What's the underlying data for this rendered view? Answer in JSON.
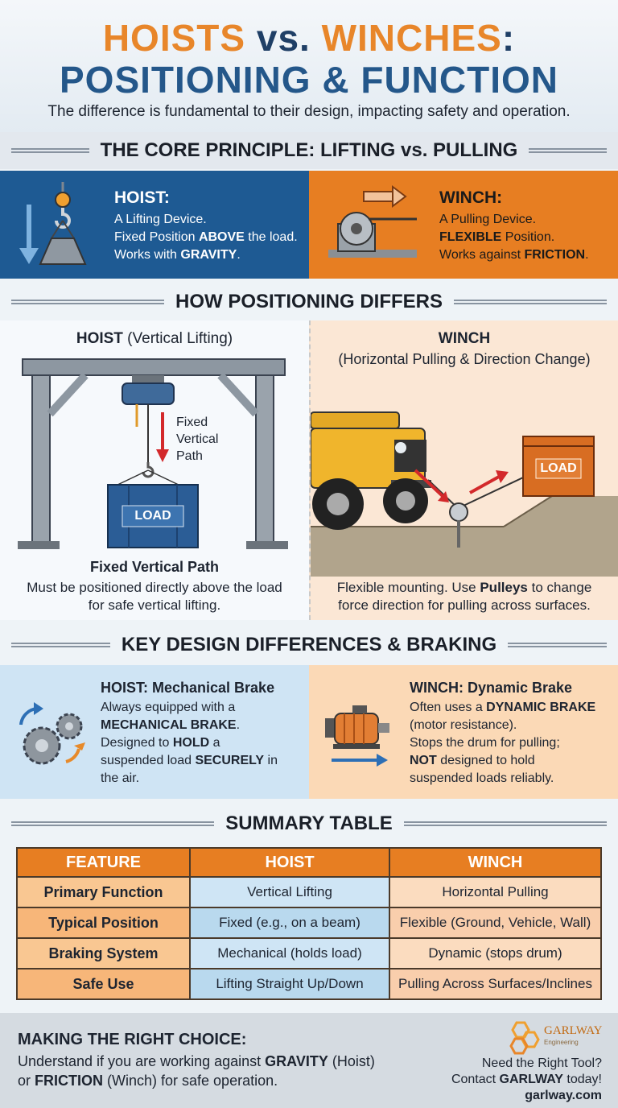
{
  "header": {
    "title_part1": "HOISTS",
    "title_vs": "vs.",
    "title_part2": "WINCHES",
    "title_colon": ":",
    "title_line2": "POSITIONING & FUNCTION",
    "subtitle": "The difference is fundamental to their design, impacting safety and operation."
  },
  "core": {
    "heading": "THE CORE PRINCIPLE: LIFTING vs. PULLING",
    "hoist": {
      "title": "HOIST:",
      "line1": "A Lifting Device.",
      "line2_pre": "Fixed Position ",
      "line2_bold": "ABOVE",
      "line2_post": " the load.",
      "line3_pre": "Works with ",
      "line3_bold": "GRAVITY",
      "line3_post": "."
    },
    "winch": {
      "title": "WINCH:",
      "line1": "A Pulling Device.",
      "line2_bold": "FLEXIBLE",
      "line2_post": " Position.",
      "line3_pre": "Works against ",
      "line3_bold": "FRICTION",
      "line3_post": "."
    }
  },
  "positioning": {
    "heading": "HOW POSITIONING DIFFERS",
    "hoist": {
      "title_bold": "HOIST",
      "title_rest": " (Vertical Lifting)",
      "arrow_label_1": "Fixed",
      "arrow_label_2": "Vertical",
      "arrow_label_3": "Path",
      "load_label": "LOAD",
      "caption_title": "Fixed Vertical Path",
      "caption_1": "Must be positioned directly above the load",
      "caption_2": "for safe vertical lifting."
    },
    "winch": {
      "title_bold": "WINCH",
      "title_rest": "(Horizontal Pulling & Direction Change)",
      "load_label": "LOAD",
      "caption_1_pre": "Flexible mounting. Use ",
      "caption_1_bold": "Pulleys",
      "caption_1_post": " to change",
      "caption_2": "force direction for pulling across surfaces."
    }
  },
  "braking": {
    "heading": "KEY DESIGN DIFFERENCES & BRAKING",
    "hoist": {
      "title": "HOIST: Mechanical Brake",
      "l1": "Always equipped with a",
      "l2_bold": "MECHANICAL BRAKE",
      "l2_post": ".",
      "l3_pre": "Designed to ",
      "l3_bold": "HOLD",
      "l3_post": " a",
      "l4_pre": "suspended load ",
      "l4_bold": "SECURELY",
      "l4_post": " in",
      "l5": "the air."
    },
    "winch": {
      "title": "WINCH: Dynamic Brake",
      "l1_pre": "Often uses a ",
      "l1_bold": "DYNAMIC BRAKE",
      "l2": "(motor resistance).",
      "l3": "Stops the drum for pulling;",
      "l4_bold": "NOT",
      "l4_post": " designed to hold",
      "l5": "suspended loads reliably."
    }
  },
  "summary": {
    "heading": "SUMMARY TABLE",
    "columns": [
      "FEATURE",
      "HOIST",
      "WINCH"
    ],
    "rows": [
      [
        "Primary Function",
        "Vertical Lifting",
        "Horizontal Pulling"
      ],
      [
        "Typical Position",
        "Fixed (e.g., on a beam)",
        "Flexible (Ground, Vehicle, Wall)"
      ],
      [
        "Braking System",
        "Mechanical (holds load)",
        "Dynamic (stops drum)"
      ],
      [
        "Safe Use",
        "Lifting Straight Up/Down",
        "Pulling Across Surfaces/Inclines"
      ]
    ]
  },
  "footer": {
    "title": "MAKING THE RIGHT CHOICE:",
    "l1_pre": "Understand if you are working against ",
    "l1_bold": "GRAVITY",
    "l1_post": " (Hoist)",
    "l2_pre": "or ",
    "l2_bold": "FRICTION",
    "l2_post": " (Winch) for safe operation.",
    "logo_text": "GARLWAY",
    "logo_sub": "Engineering",
    "cta1": "Need the Right Tool?",
    "cta2_pre": "Contact ",
    "cta2_bold": "GARLWAY",
    "cta2_post": " today!",
    "url": "garlway.com"
  },
  "colors": {
    "orange": "#e77e22",
    "blue": "#1e5a93",
    "arrow_red": "#d3292b"
  },
  "icons": [
    "hook-icon",
    "down-arrow-icon",
    "winch-drum-icon",
    "right-arrow-icon",
    "gears-icon",
    "motor-icon",
    "pulley-icon",
    "garlway-logo-icon"
  ]
}
